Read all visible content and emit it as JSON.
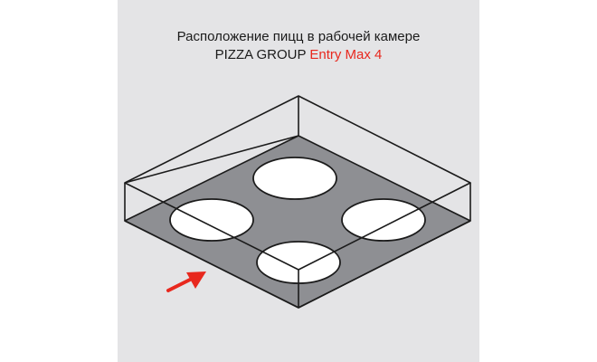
{
  "title": {
    "line1": "Расположение пицц в рабочей камере",
    "line2_prefix": "PIZZA GROUP",
    "line2_model": "Entry Max 4"
  },
  "colors": {
    "panel_background": "#e4e4e6",
    "chamber_floor": "#8e8f93",
    "pizza": "#ffffff",
    "outline": "#1b1b1b",
    "accent": "#e8281e"
  },
  "diagram": {
    "pizza_count": 4,
    "icons": [
      "door-direction-arrow-icon"
    ]
  }
}
